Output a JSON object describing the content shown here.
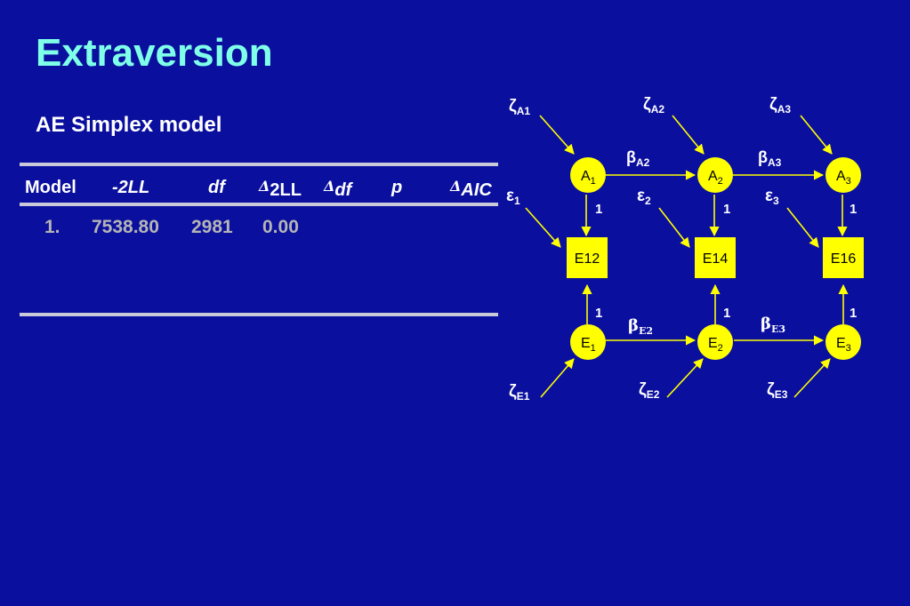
{
  "title": "Extraversion",
  "subtitle": "AE Simplex model",
  "table": {
    "headers": {
      "model": "Model",
      "neg2ll": "-2LL",
      "df": "df",
      "d2ll_delta": "Δ",
      "d2ll": "2LL",
      "ddf_delta": "Δ",
      "ddf": "df",
      "p": "p",
      "daic_delta": "Δ",
      "daic": "AIC"
    },
    "rows": [
      {
        "model": "1.",
        "neg2ll": "7538.80",
        "df": "2981",
        "d2ll": "0.00"
      }
    ]
  },
  "diagram": {
    "nodes": {
      "A1": {
        "base": "A",
        "sub": "1"
      },
      "A2": {
        "base": "A",
        "sub": "2"
      },
      "A3": {
        "base": "A",
        "sub": "3"
      },
      "E1": {
        "base": "E",
        "sub": "1"
      },
      "E2": {
        "base": "E",
        "sub": "2"
      },
      "E3": {
        "base": "E",
        "sub": "3"
      },
      "E12": "E12",
      "E14": "E14",
      "E16": "E16"
    },
    "labels": {
      "zeta": "ζ",
      "beta": "β",
      "eps": "ε",
      "one": "1",
      "zA1": "A1",
      "zA2": "A2",
      "zA3": "A3",
      "zE1": "E1",
      "zE2": "E2",
      "zE3": "E3",
      "bA2": "A2",
      "bA3": "A3",
      "bE2": "E2",
      "bE3": "E3",
      "e1": "1",
      "e2": "2",
      "e3": "3"
    },
    "colors": {
      "node_fill": "#ffff00",
      "arrow": "#ffff00",
      "label": "#ffffff",
      "background": "#0a0f9e"
    }
  }
}
